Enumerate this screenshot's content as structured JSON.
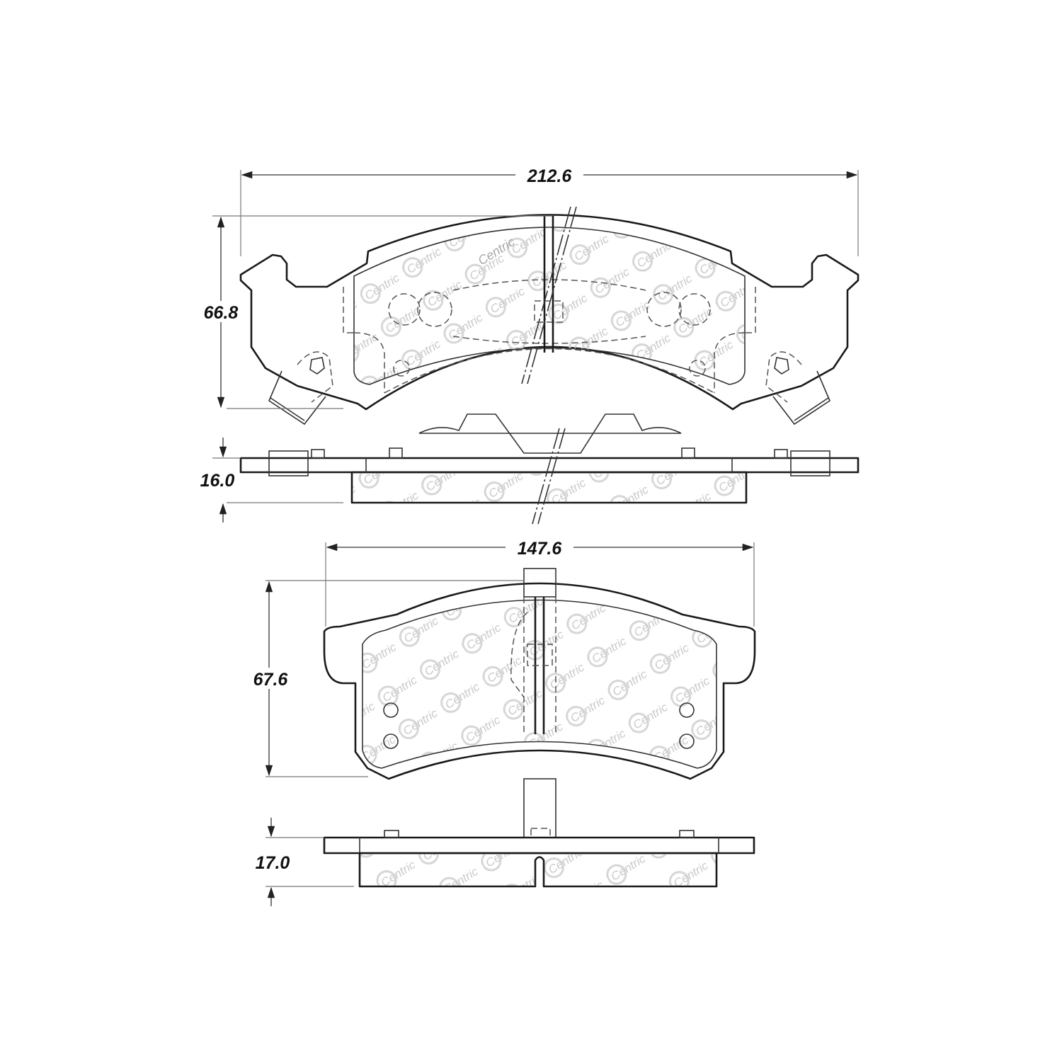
{
  "watermark": "Centric",
  "dimensions": {
    "top_pad_width": "212.6",
    "top_pad_height": "66.8",
    "top_pad_thickness": "16.0",
    "bottom_pad_width": "147.6",
    "bottom_pad_height": "67.6",
    "bottom_pad_thickness": "17.0"
  }
}
